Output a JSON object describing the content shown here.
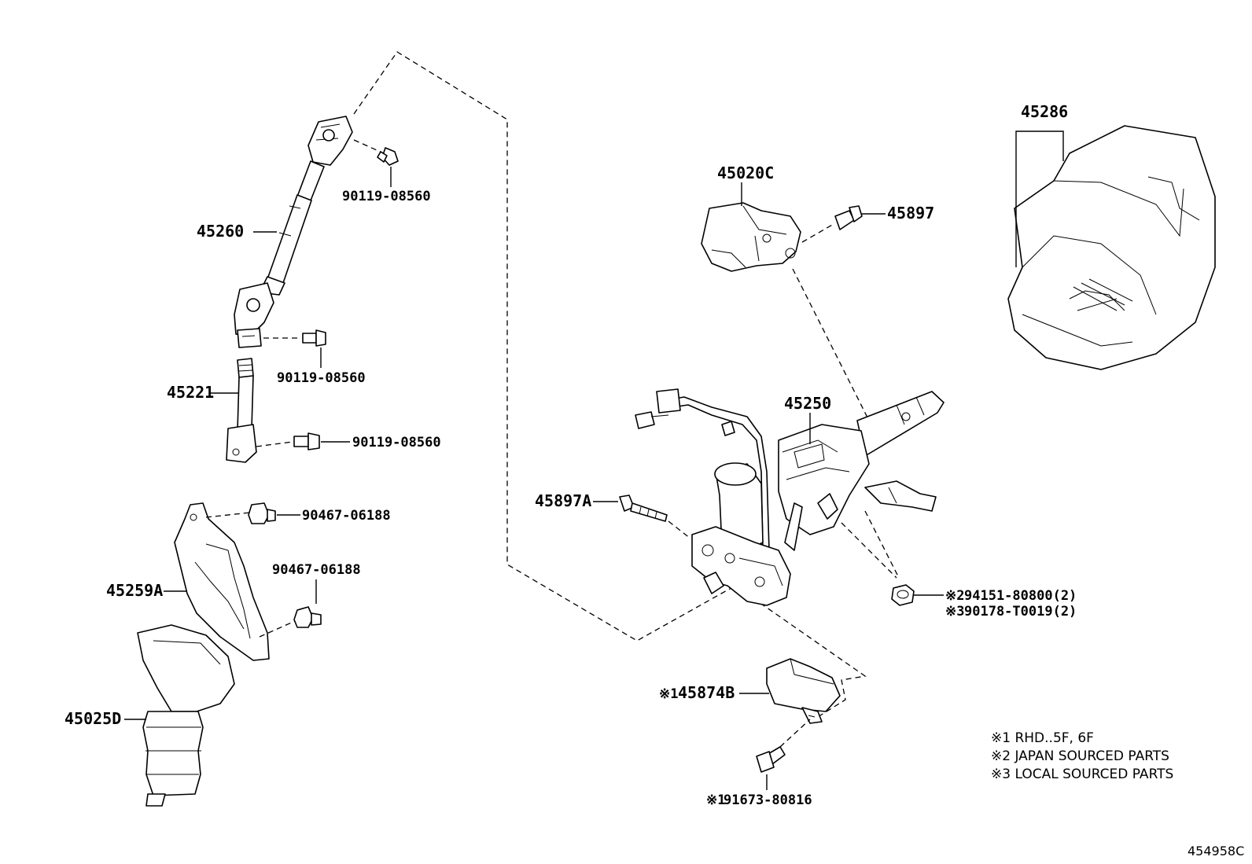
{
  "labels": {
    "shaft_45260": "45260",
    "bolt_top": "90119-08560",
    "bolt_mid": "90119-08560",
    "shaft_45221": "45221",
    "bolt_low": "90119-08560",
    "clip_upper": "90467-06188",
    "clip_lower": "90467-06188",
    "cover_45259A": "45259A",
    "boot_45025D": "45025D",
    "lock_45020C": "45020C",
    "bolt_45897": "45897",
    "cover_45286": "45286",
    "column_45250": "45250",
    "bolt_45897A": "45897A",
    "nut_jp": "94151-80800(2)",
    "nut_jp_mark": "※2",
    "nut_local": "90178-T0019(2)",
    "nut_local_mark": "※3",
    "bracket_45874B": "45874B",
    "bracket_mark": "※1",
    "screw_91673": "91673-80816",
    "screw_mark": "※1"
  },
  "notes": [
    "※1 RHD..5F, 6F",
    "※2 JAPAN SOURCED PARTS",
    "※3 LOCAL SOURCED PARTS"
  ],
  "diagram_ref": "454958C"
}
